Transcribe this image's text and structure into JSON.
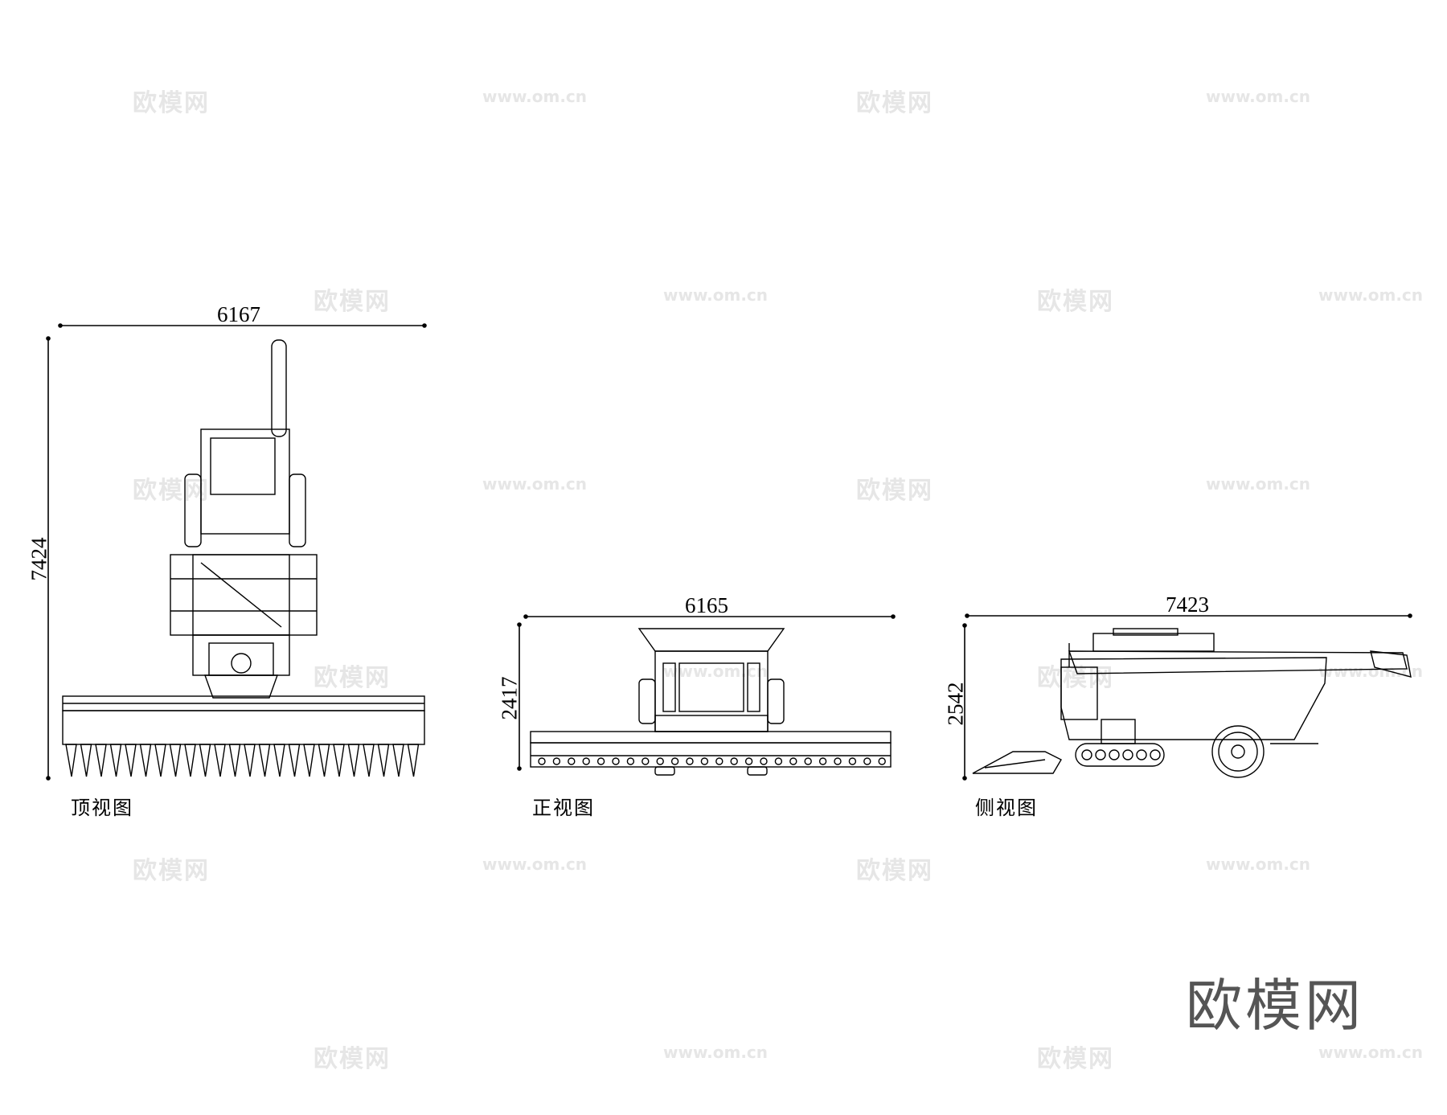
{
  "watermark": {
    "brand": "欧模网",
    "url": "www.om.cn",
    "big": "欧模网"
  },
  "views": {
    "top": {
      "caption": "顶视图",
      "width_dim": "6167",
      "height_dim": "7424"
    },
    "front": {
      "caption": "正视图",
      "width_dim": "6165",
      "height_dim": "2417"
    },
    "side": {
      "caption": "侧视图",
      "width_dim": "7423",
      "height_dim": "2542"
    }
  }
}
